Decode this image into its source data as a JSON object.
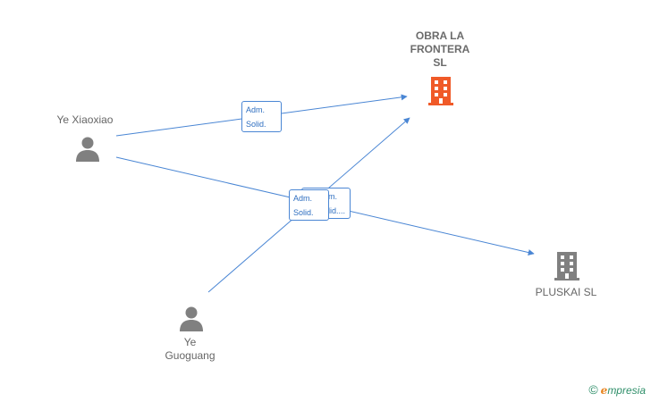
{
  "diagram": {
    "nodes": {
      "ye_xiaoxiao": {
        "label": "Ye Xiaoxiao"
      },
      "ye_guoguang": {
        "line1": "Ye",
        "line2": "Guoguang"
      },
      "obra": {
        "line1": "OBRA LA",
        "line2": "FRONTERA",
        "line3": "SL"
      },
      "pluskai": {
        "label": "PLUSKAI SL"
      }
    },
    "edges": {
      "e1": {
        "line1": "Adm.",
        "line2": "Solid."
      },
      "e2": {
        "line1": "Adm.",
        "line2": "Solid."
      },
      "e3": {
        "line1": "Adm.",
        "line2": "Solid...."
      }
    },
    "colors": {
      "edge": "#4a86d4",
      "company_main": "#f05a28",
      "company_other": "#808080",
      "person": "#808080"
    },
    "icons": {
      "person": "person-icon",
      "company": "building-icon"
    }
  },
  "footer": {
    "copyright": "©",
    "brand_first": "e",
    "brand_rest": "mpresia"
  }
}
